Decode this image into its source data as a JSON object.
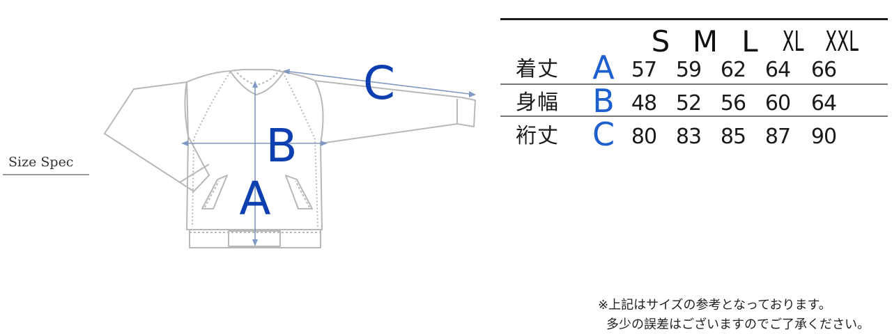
{
  "title": "Size Spec",
  "colors": {
    "accent_letters": "#1e5fd0",
    "diagram_letters": "#0d3fb0",
    "arrows": "#7f99c4",
    "garment_line": "#b6b6b6"
  },
  "diagram": {
    "labels": {
      "a": "A",
      "b": "B",
      "c": "C"
    }
  },
  "size_table": {
    "sizes": [
      "S",
      "M",
      "L",
      "XL",
      "XXL"
    ],
    "rows": [
      {
        "label": "着丈",
        "letter": "A",
        "values": [
          "57",
          "59",
          "62",
          "64",
          "66"
        ]
      },
      {
        "label": "身幅",
        "letter": "B",
        "values": [
          "48",
          "52",
          "56",
          "60",
          "64"
        ]
      },
      {
        "label": "裄丈",
        "letter": "C",
        "values": [
          "80",
          "83",
          "85",
          "87",
          "90"
        ]
      }
    ]
  },
  "notes": [
    "※上記はサイズの参考となっております。",
    "多少の誤差はございますのでご了承ください。"
  ]
}
